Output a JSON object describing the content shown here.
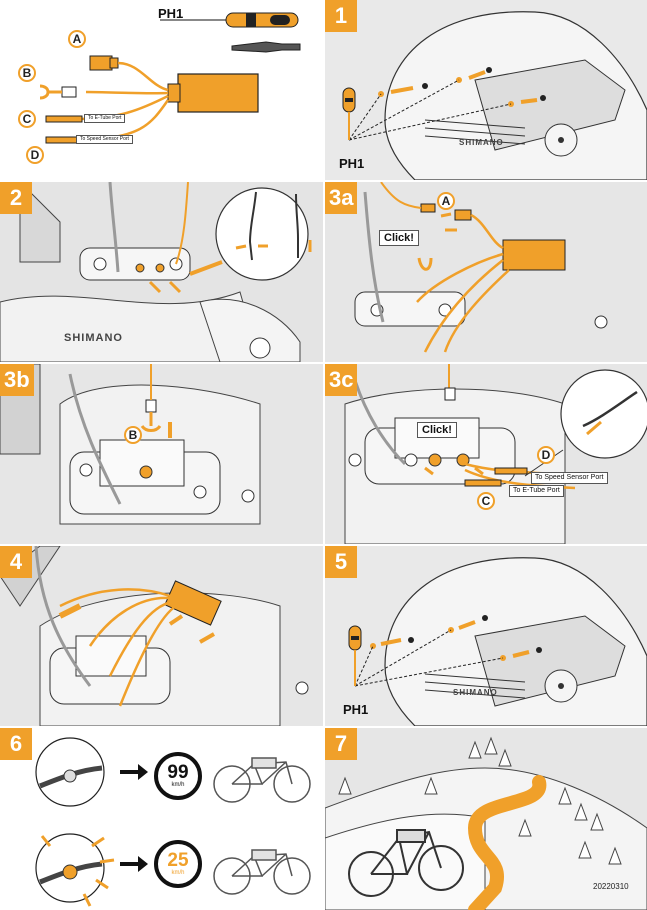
{
  "colors": {
    "accent": "#f0a02a",
    "panel_bg": "#e9e9e9",
    "line": "#222222"
  },
  "panel0": {
    "ph1": "PH1",
    "labels": [
      "A",
      "B",
      "C",
      "D"
    ],
    "tag_etube": "To E-Tube Port",
    "tag_speed": "To Speed Sensor Port"
  },
  "panel1": {
    "step": "1",
    "ph1": "PH1",
    "brand": "SHIMANO"
  },
  "panel2": {
    "step": "2",
    "brand": "SHIMANO"
  },
  "panel3a": {
    "step": "3a",
    "label_a": "A",
    "click": "Click!"
  },
  "panel3b": {
    "step": "3b",
    "label_b": "B"
  },
  "panel3c": {
    "step": "3c",
    "click": "Click!",
    "label_c": "C",
    "label_d": "D",
    "tag_speed": "To Speed Sensor Port",
    "tag_etube": "To E-Tube Port"
  },
  "panel4": {
    "step": "4"
  },
  "panel5": {
    "step": "5",
    "ph1": "PH1",
    "brand": "SHIMANO"
  },
  "panel6": {
    "step": "6",
    "before": {
      "value": "99",
      "unit": "km/h"
    },
    "after": {
      "value": "25",
      "unit": "km/h"
    }
  },
  "panel7": {
    "step": "7",
    "code": "20220310"
  },
  "icons": [
    "screwdriver-icon",
    "arrow-right-icon",
    "bicycle-icon",
    "tree-icon",
    "handlebar-icon"
  ]
}
